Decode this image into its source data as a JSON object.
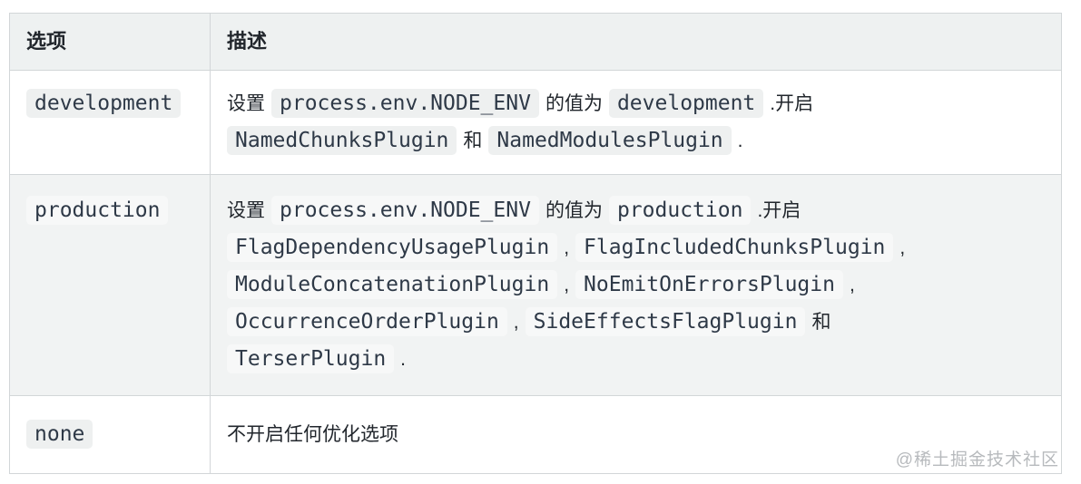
{
  "page": {
    "watermark": "@稀土掘金技术社区"
  },
  "colors": {
    "header_bg": "#eef1f1",
    "stripe_bg": "#f1f3f3",
    "chip_bg": "#eef0f0",
    "chip_bg_on_stripe": "#f7f8f8",
    "border": "#d2d6d8",
    "text": "#21262c",
    "code_text": "#2e3947",
    "watermark": "#b7babd"
  },
  "table": {
    "headers": [
      "选项",
      "描述"
    ],
    "rows": [
      {
        "option": "development",
        "description": [
          [
            {
              "text": "设置"
            },
            {
              "code": "process.env.NODE_ENV"
            },
            {
              "text": "的值为"
            },
            {
              "code": "development"
            },
            {
              "text": ".开启"
            }
          ],
          [
            {
              "code": "NamedChunksPlugin"
            },
            {
              "text": "和"
            },
            {
              "code": "NamedModulesPlugin"
            },
            {
              "text": "."
            }
          ]
        ]
      },
      {
        "option": "production",
        "description": [
          [
            {
              "text": "设置"
            },
            {
              "code": "process.env.NODE_ENV"
            },
            {
              "text": "的值为"
            },
            {
              "code": "production"
            },
            {
              "text": ".开启"
            }
          ],
          [
            {
              "code": "FlagDependencyUsagePlugin"
            },
            {
              "text": ","
            },
            {
              "code": "FlagIncludedChunksPlugin"
            },
            {
              "text": ","
            }
          ],
          [
            {
              "code": "ModuleConcatenationPlugin"
            },
            {
              "text": ","
            },
            {
              "code": "NoEmitOnErrorsPlugin"
            },
            {
              "text": ","
            }
          ],
          [
            {
              "code": "OccurrenceOrderPlugin"
            },
            {
              "text": ","
            },
            {
              "code": "SideEffectsFlagPlugin"
            },
            {
              "text": "和"
            }
          ],
          [
            {
              "code": "TerserPlugin"
            },
            {
              "text": "."
            }
          ]
        ]
      },
      {
        "option": "none",
        "description": [
          [
            {
              "text": "不开启任何优化选项"
            }
          ]
        ]
      }
    ]
  }
}
